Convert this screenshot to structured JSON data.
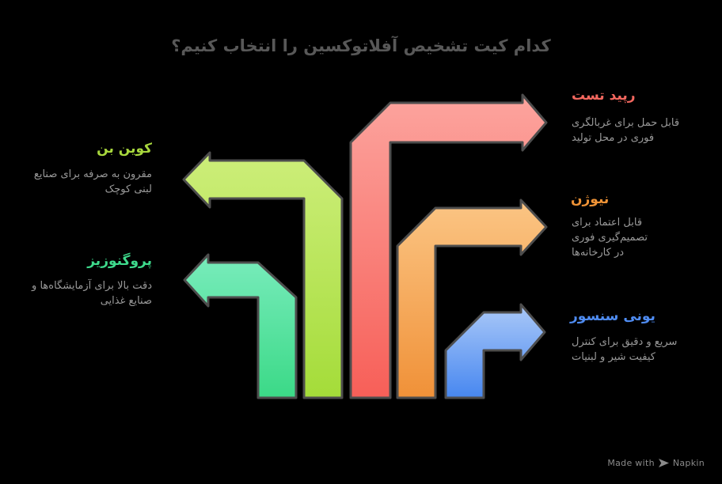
{
  "title": "کدام کیت تشخیص آفلاتوکسین را انتخاب کنیم؟",
  "items": [
    {
      "id": "rapid-test",
      "label": "رپید تست",
      "description": "قابل حمل برای غربالگری فوری در محل تولید",
      "color": "#f4685f",
      "gradient_top": "#fca49e",
      "gradient_bottom": "#f75f58"
    },
    {
      "id": "kwinbon",
      "label": "کوین بن",
      "description": "مقرون به صرفه برای صنایع لبنی کوچک",
      "color": "#a8d83d",
      "gradient_top": "#cdee7a",
      "gradient_bottom": "#a4dc39"
    },
    {
      "id": "neogen",
      "label": "نیوژن",
      "description": "قابل اعتماد برای تصمیم‌گیری فوری در کارخانه‌ها",
      "color": "#ef9336",
      "gradient_top": "#fbc584",
      "gradient_bottom": "#f09138"
    },
    {
      "id": "prognosis",
      "label": "پروگنوزیز",
      "description": "دقت بالا برای آزمایشگاه‌ها و صنایع غذایی",
      "color": "#3eda8c",
      "gradient_top": "#79ecbc",
      "gradient_bottom": "#3bd987"
    },
    {
      "id": "unisensor",
      "label": "یونی سنسور",
      "description": "سریع و دقیق برای کنترل کیفیت شیر و لبنیات",
      "color": "#4f8cf2",
      "gradient_top": "#abc9f8",
      "gradient_bottom": "#4787f0"
    }
  ],
  "watermark": {
    "prefix": "Made with",
    "brand": "Napkin"
  },
  "colors": {
    "background": "#000000",
    "title": "#585858",
    "description": "#9a9a9a",
    "outline": "#4d4d4d",
    "watermark": "#8a8a8a"
  }
}
